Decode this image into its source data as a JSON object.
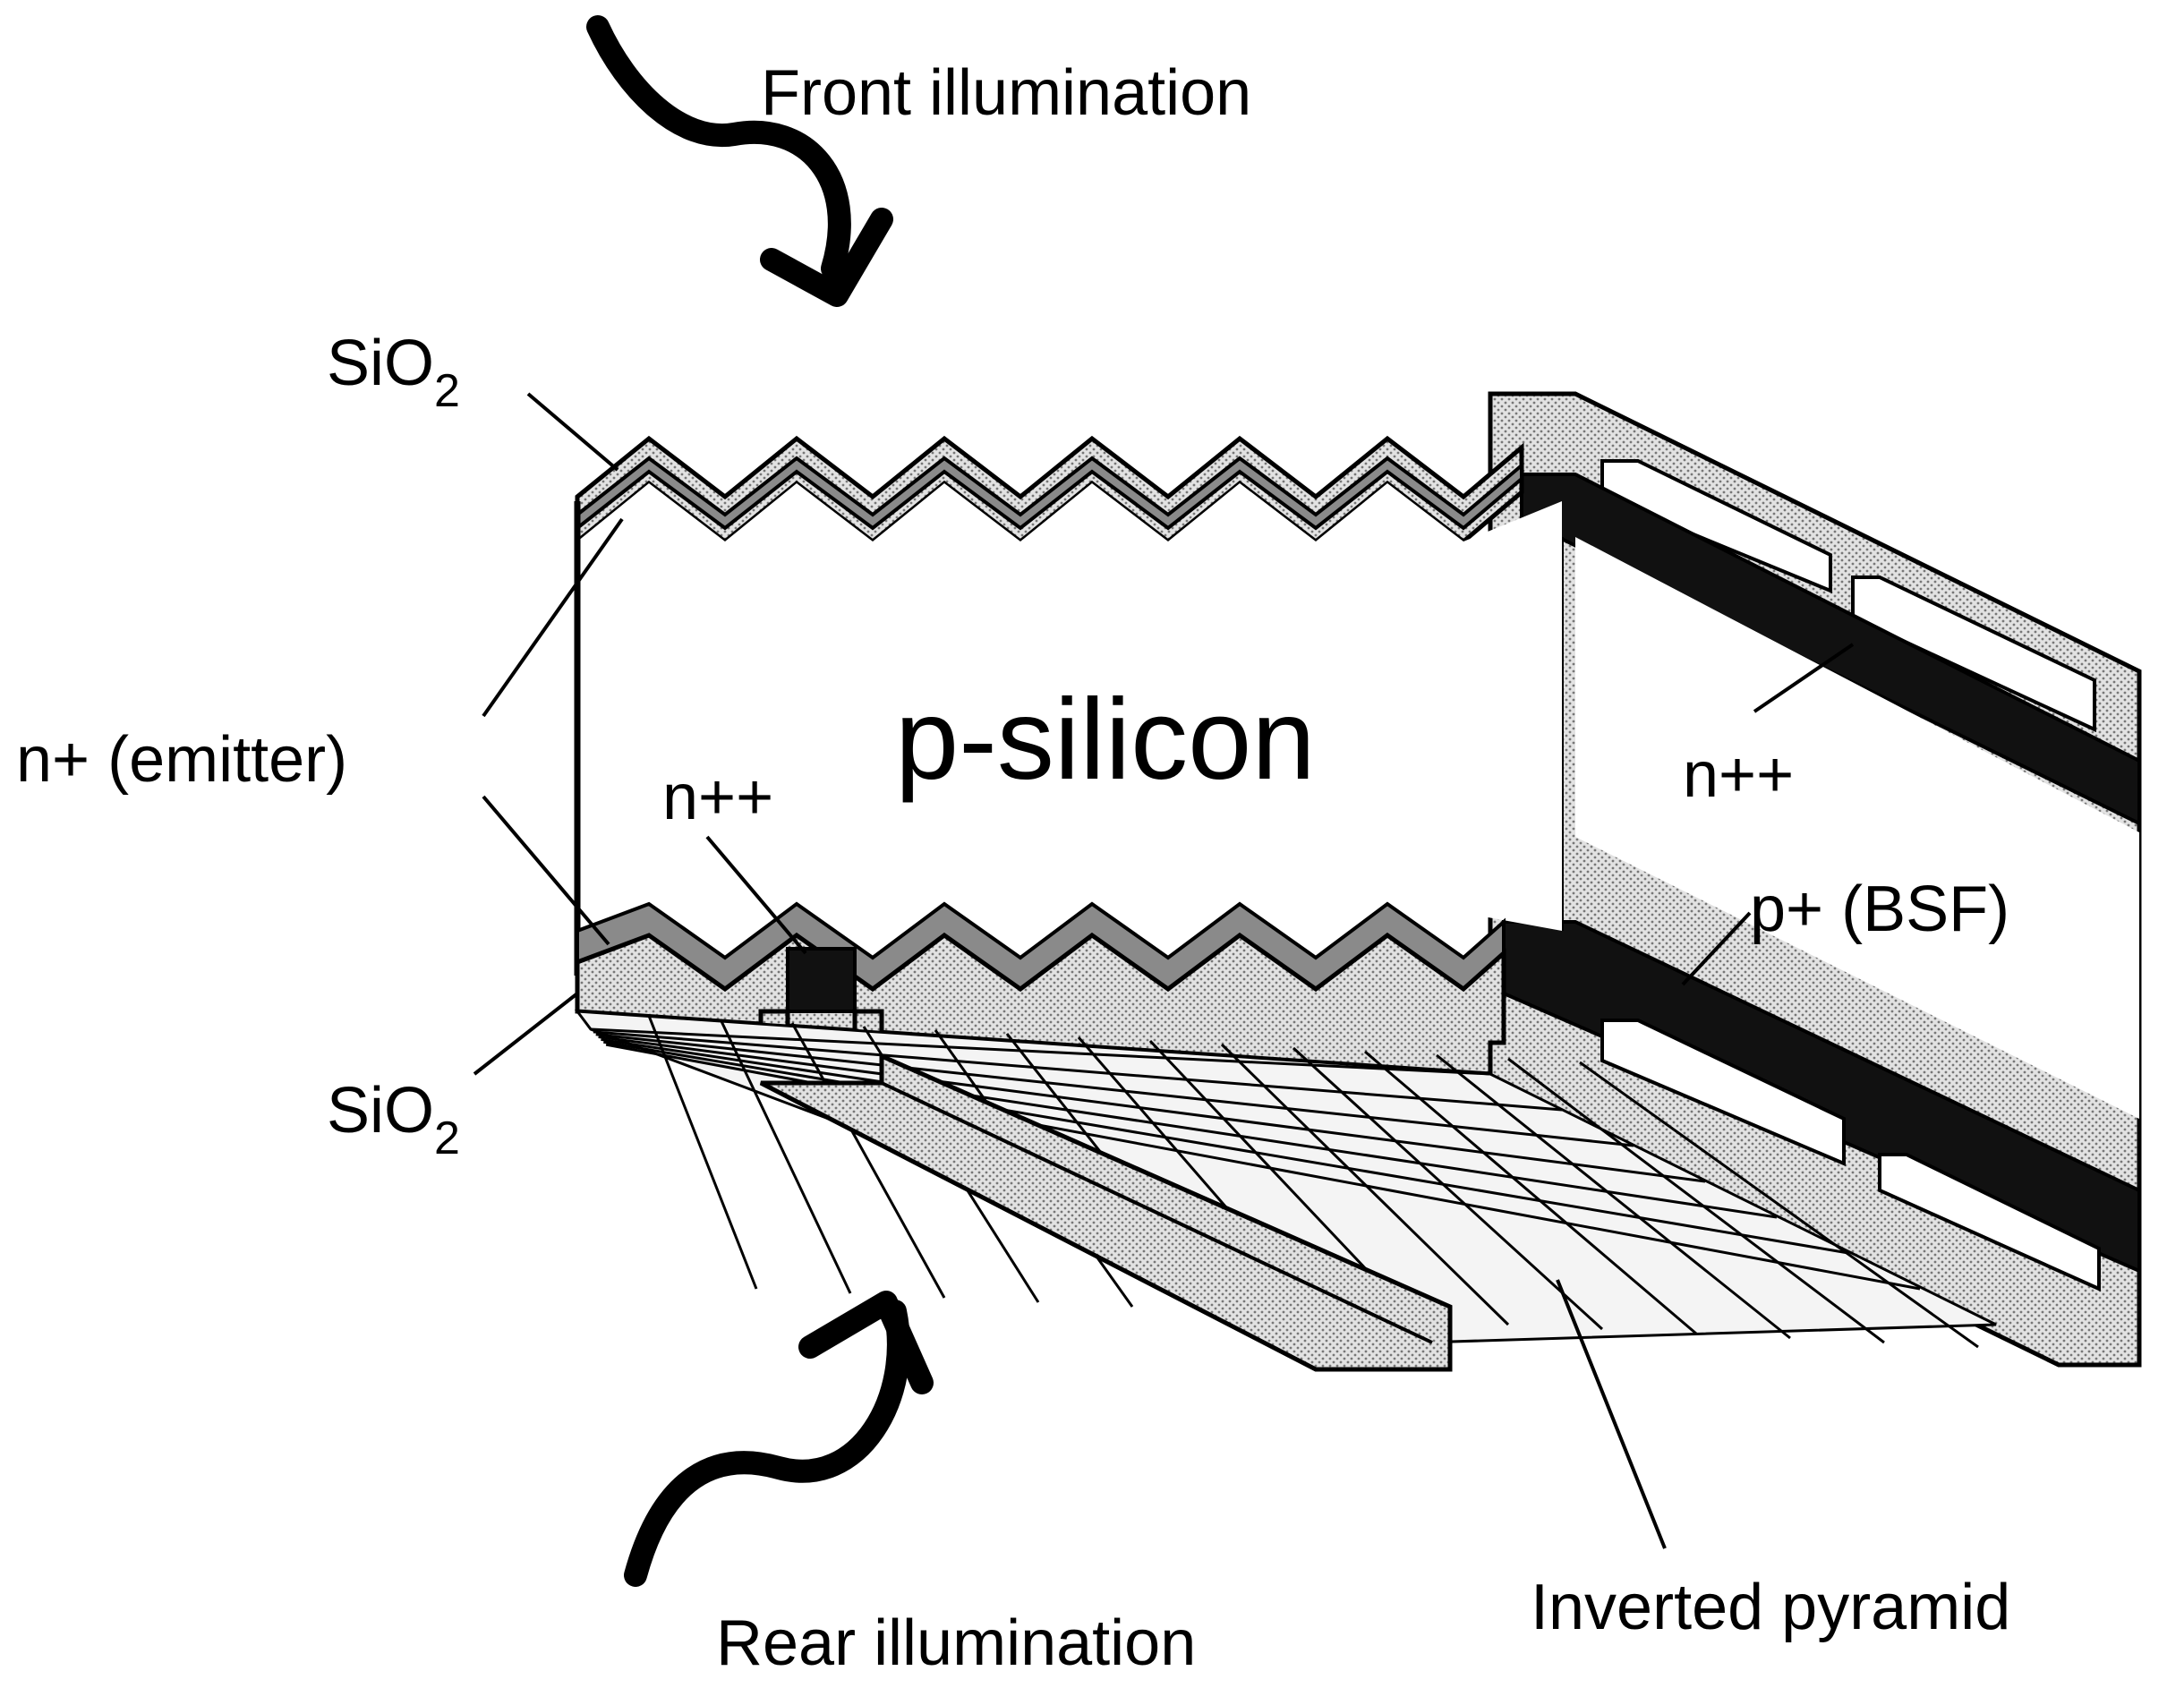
{
  "labels": {
    "front_illumination": "Front illumination",
    "rear_illumination": "Rear illumination",
    "sio2_top": "SiO",
    "sio2_top_sub": "2",
    "sio2_bottom": "SiO",
    "sio2_bottom_sub": "2",
    "n_plus_emitter": "n+ (emitter)",
    "n_plus_plus_left": "n++",
    "p_silicon": "p-silicon",
    "n_plus_plus_right": "n++",
    "p_plus_bsf": "p+ (BSF)",
    "inverted_pyramid": "Inverted pyramid"
  },
  "colors": {
    "ink": "#000000",
    "oxide_fill": "#d0d0d0",
    "emitter_fill": "#8a8a8a",
    "heavy_doping_fill": "#111111",
    "background": "#ffffff"
  }
}
